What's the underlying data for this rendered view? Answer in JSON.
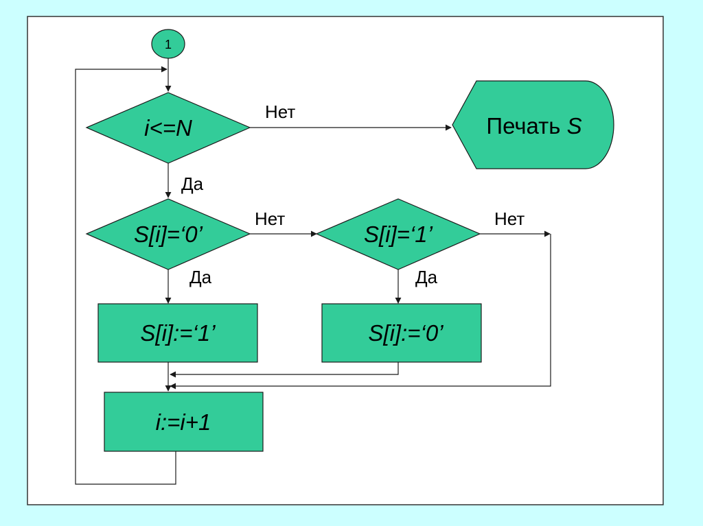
{
  "diagram": {
    "connector": {
      "label": "1"
    },
    "decision_1": {
      "label": "i<=N"
    },
    "print_box": {
      "label_prefix": "Печать ",
      "label_var": "S"
    },
    "decision_2": {
      "label": "S[i]=‘0’"
    },
    "decision_3": {
      "label": "S[i]=‘1’"
    },
    "process_1": {
      "label": "S[i]:=‘1’"
    },
    "process_2": {
      "label": "S[i]:=‘0’"
    },
    "process_3": {
      "label": "i:=i+1"
    },
    "edges": {
      "d1_no": "Нет",
      "d1_yes": "Да",
      "d2_no": "Нет",
      "d2_yes": "Да",
      "d3_no": "Нет",
      "d3_yes": "Да"
    }
  },
  "colors": {
    "background": "#ccffff",
    "panel": "#ffffff",
    "shape_fill": "#33cc99",
    "line": "#1a1a1a"
  }
}
